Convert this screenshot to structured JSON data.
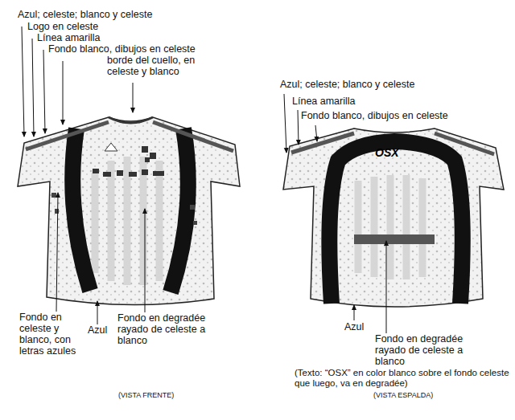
{
  "diagram": {
    "labels": [
      "Azul; celeste; blanco y celeste",
      "Logo en celeste",
      "Línea amarilla",
      "Fondo blanco, dibujos en celeste",
      "borde del cuello, en celeste y blanco",
      "Fondo en celeste y blanco, con letras azules",
      "Azul",
      "Fondo en degradée rayado de celeste a blanco",
      "(VISTA FRENTE)",
      "Azul; celeste; blanco y celeste",
      "Línea amarilla",
      "Fondo blanco, dibujos en celeste",
      "OSX",
      "Azul",
      "Fondo en degradée rayado de celeste a blanco",
      "(Texto: “OSX” en color blanco sobre el fondo celeste que luego, va en degradée)",
      "(VISTA ESPALDA)"
    ]
  }
}
